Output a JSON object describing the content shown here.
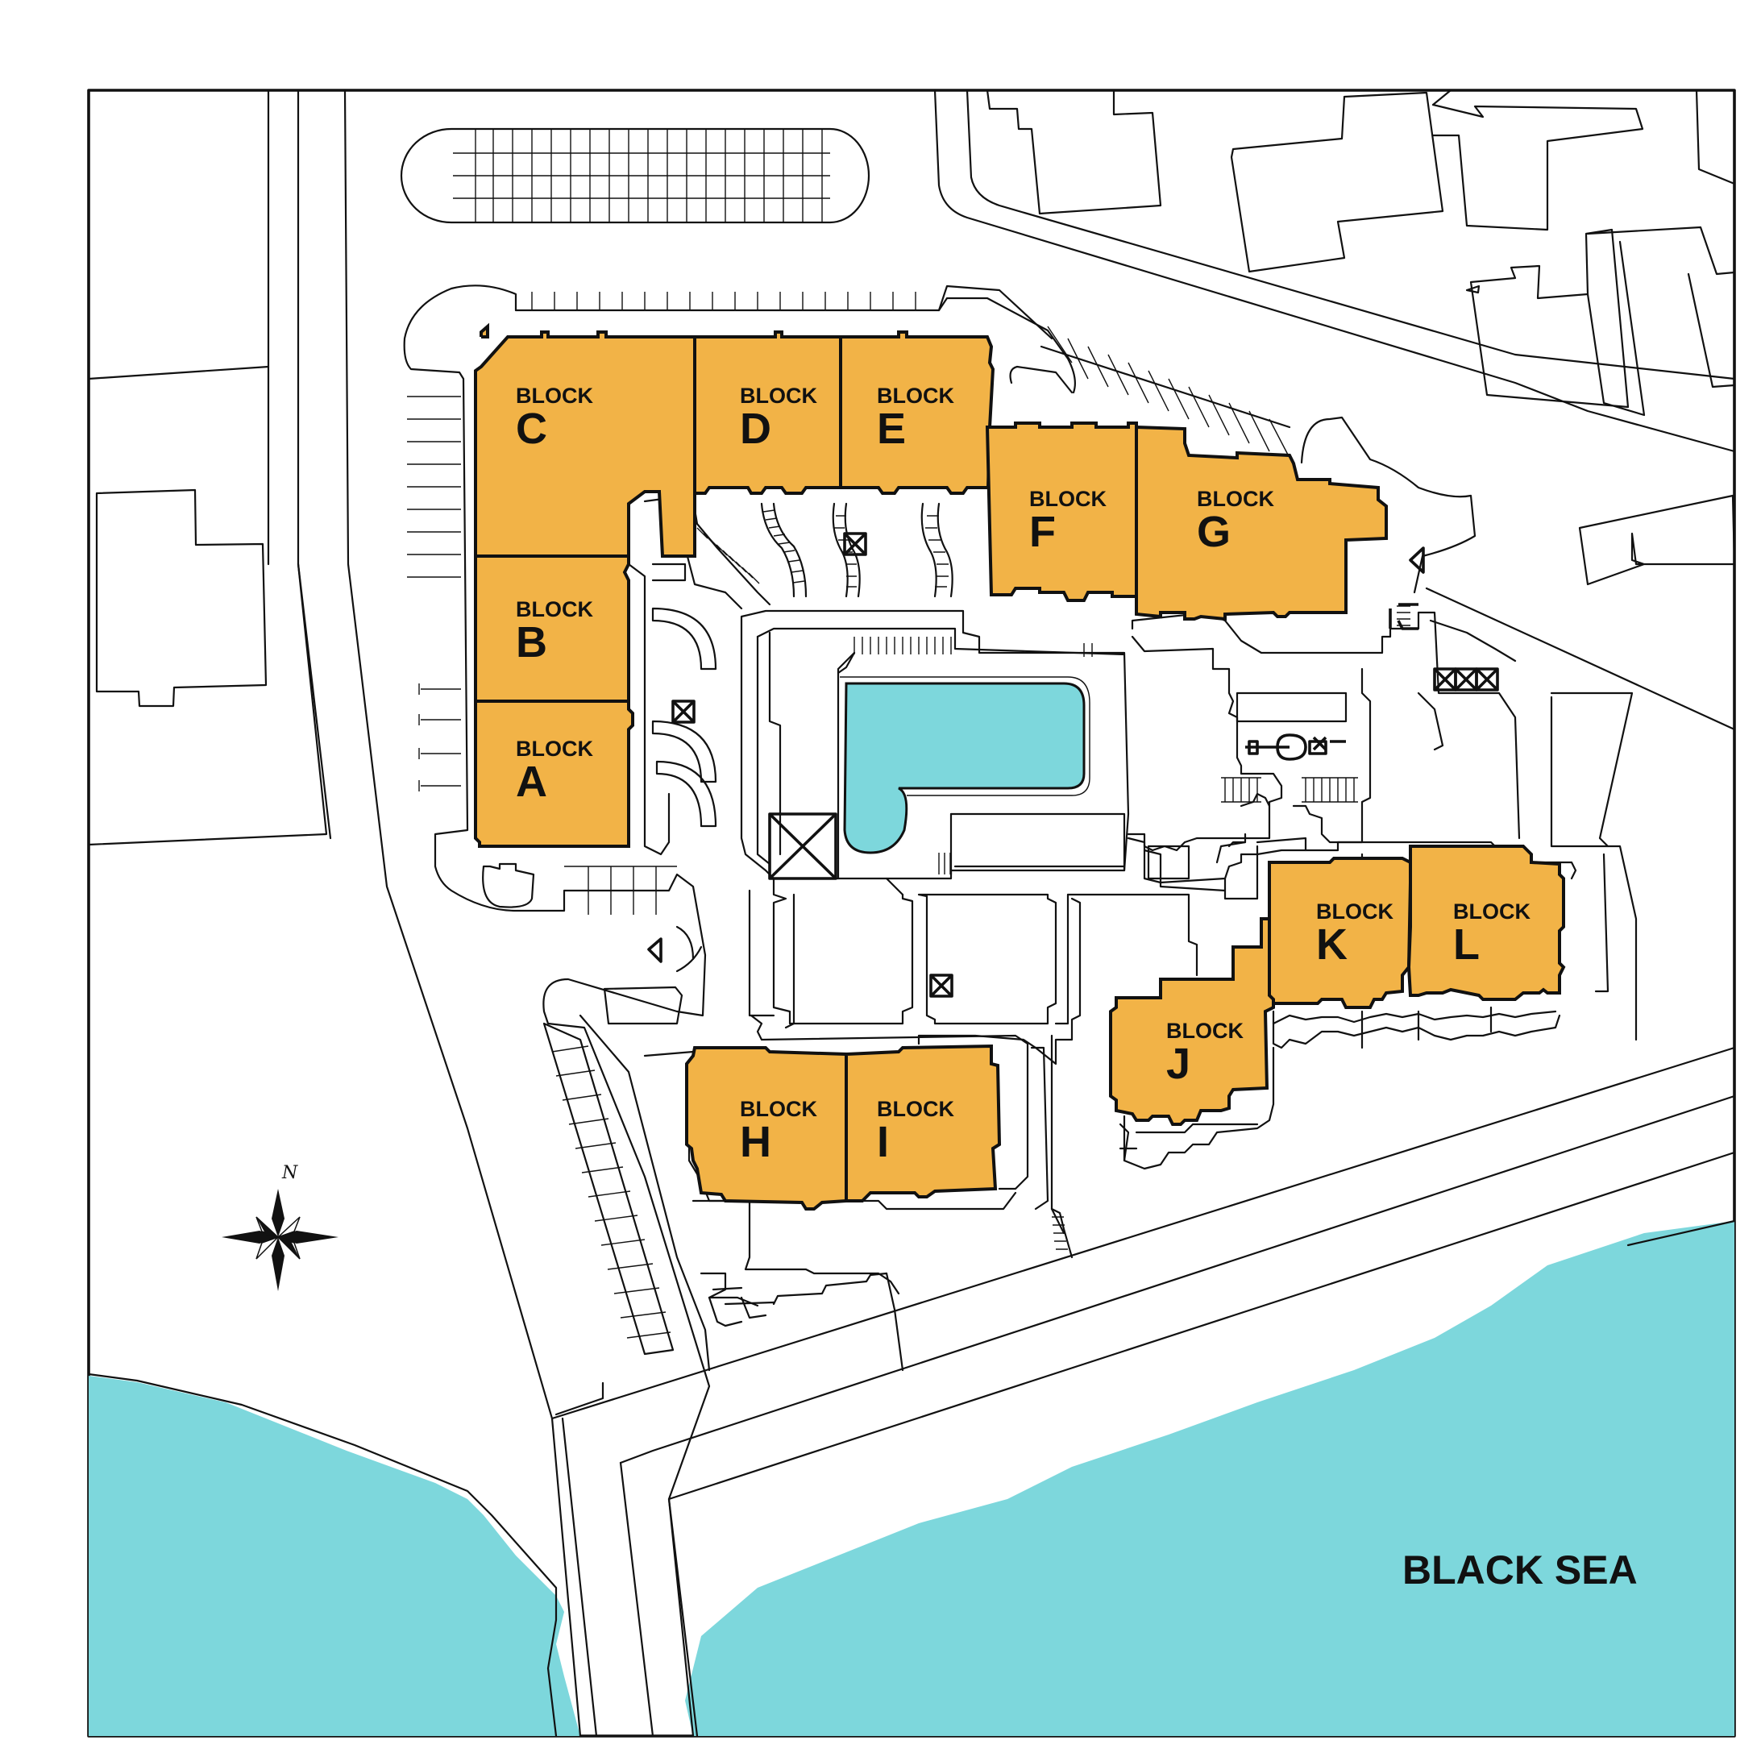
{
  "map": {
    "sea_label": "BLACK SEA",
    "north_label": "N",
    "block_word": "BLOCK",
    "blocks": [
      {
        "id": "A",
        "letter": "A"
      },
      {
        "id": "B",
        "letter": "B"
      },
      {
        "id": "C",
        "letter": "C"
      },
      {
        "id": "D",
        "letter": "D"
      },
      {
        "id": "E",
        "letter": "E"
      },
      {
        "id": "F",
        "letter": "F"
      },
      {
        "id": "G",
        "letter": "G"
      },
      {
        "id": "H",
        "letter": "H"
      },
      {
        "id": "I",
        "letter": "I"
      },
      {
        "id": "J",
        "letter": "J"
      },
      {
        "id": "K",
        "letter": "K"
      },
      {
        "id": "L",
        "letter": "L"
      }
    ]
  },
  "colors": {
    "building": "#F2B347",
    "water": "#7DD7DC",
    "line": "#111111",
    "background": "#FFFFFF"
  }
}
